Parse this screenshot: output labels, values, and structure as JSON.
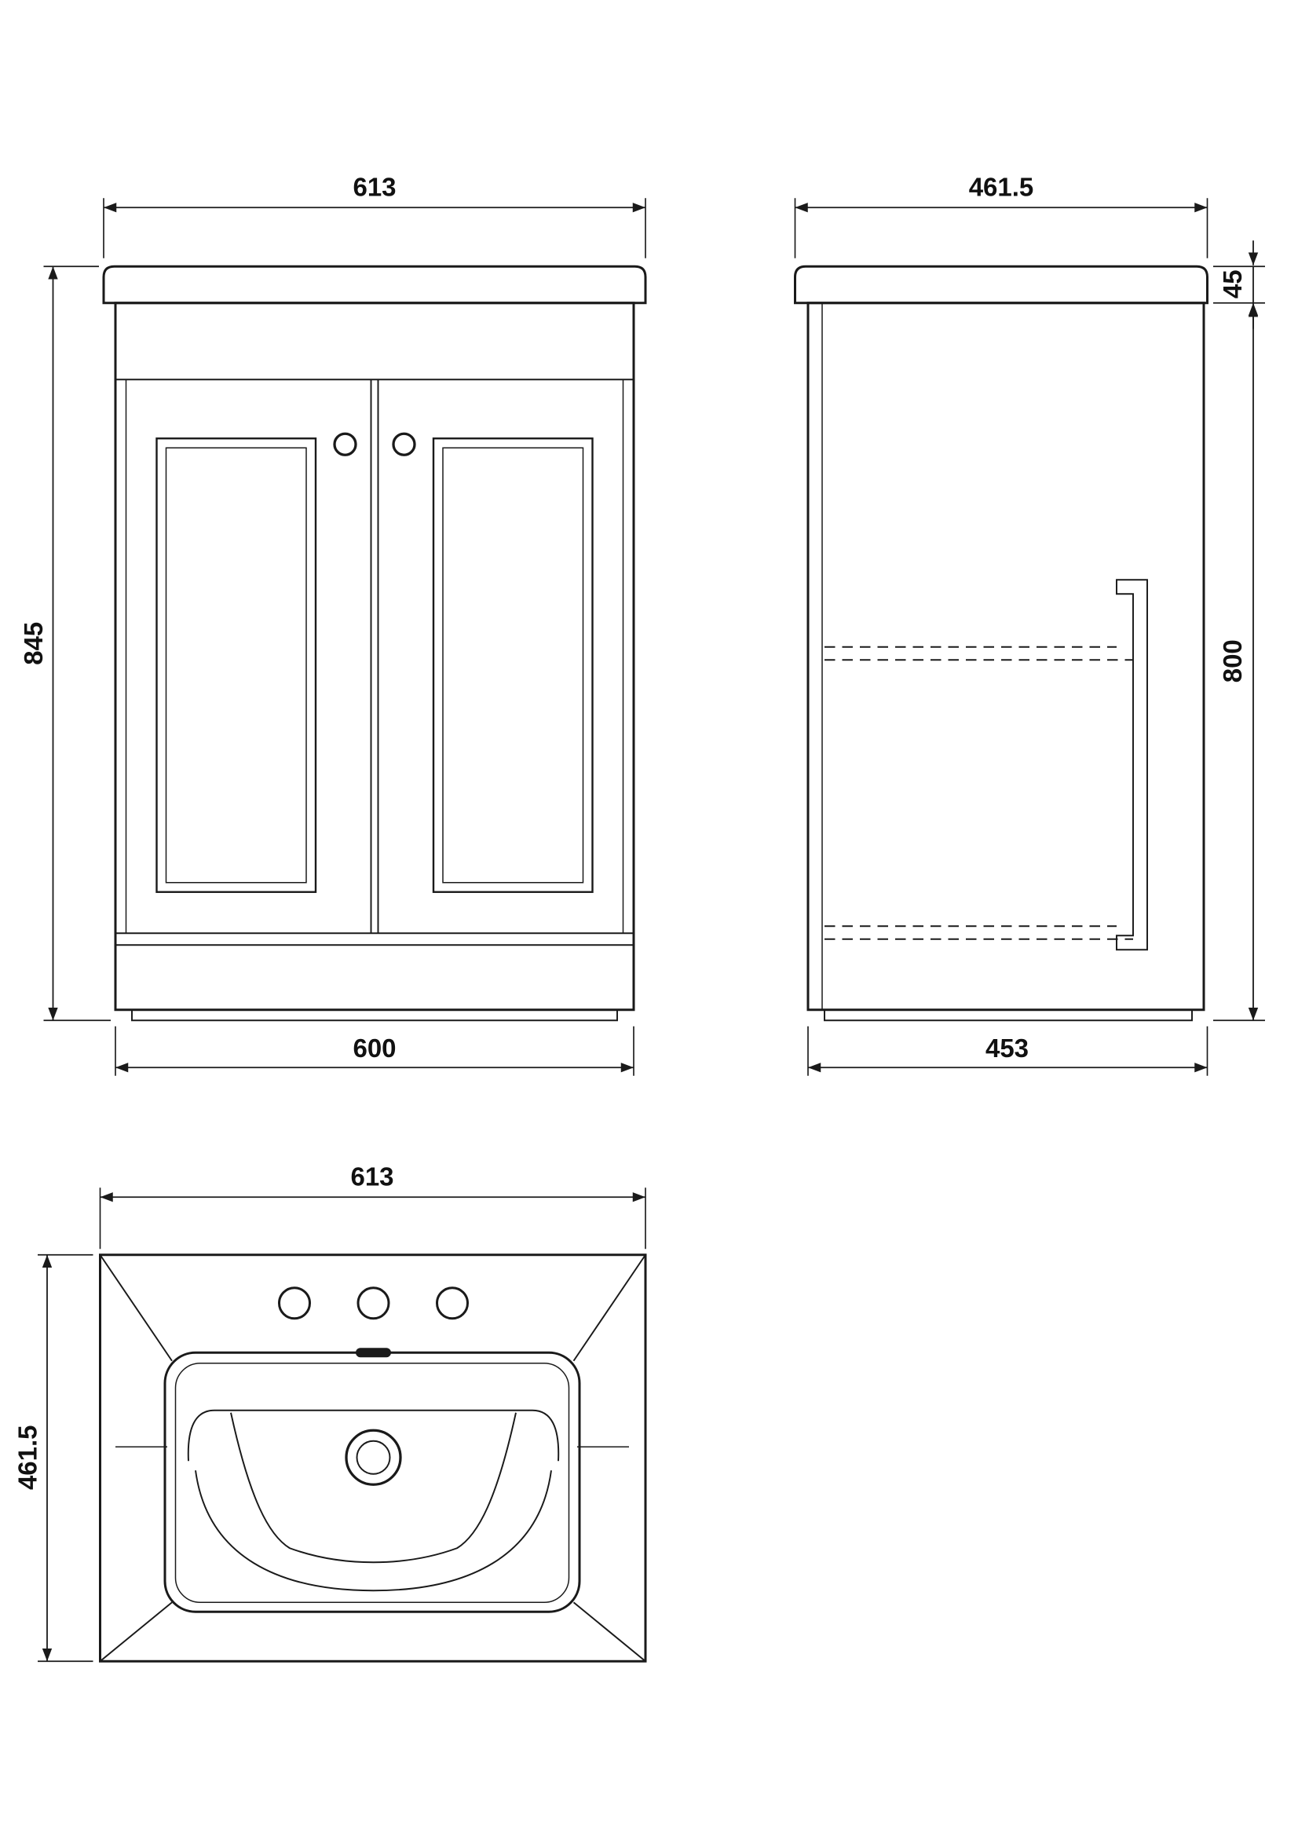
{
  "front_view": {
    "top_width": "613",
    "overall_height": "845",
    "cabinet_width": "600"
  },
  "side_view": {
    "top_depth": "461.5",
    "worktop_thickness": "45",
    "cabinet_height": "800",
    "cabinet_depth": "453"
  },
  "basin_view": {
    "width": "613",
    "depth": "461.5"
  },
  "colors": {
    "line": "#1a1a1a",
    "background": "#ffffff"
  }
}
